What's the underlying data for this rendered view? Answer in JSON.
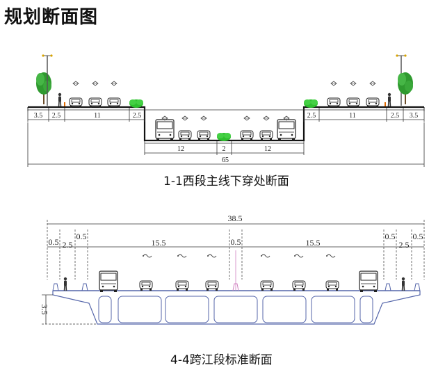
{
  "title": "规划断面图",
  "section1": {
    "caption": "1-1西段主线下穿处断面",
    "dims": {
      "left_sidewalk": "3.5",
      "left_green": "2.5",
      "left_road": "11",
      "left_edge": "2.5",
      "sunken_left": "12",
      "median": "2",
      "sunken_right": "12",
      "right_edge": "2.5",
      "right_road": "11",
      "right_green": "2.5",
      "right_sidewalk": "3.5",
      "total": "65"
    }
  },
  "section2": {
    "caption": "4-4跨江段标准断面",
    "dims": {
      "total": "38.5",
      "left_a": "0.5",
      "left_b": "2.5",
      "left_c": "0.5",
      "left_road": "15.5",
      "median": "0.5",
      "right_road": "15.5",
      "right_a": "0.5",
      "right_b": "2.5",
      "right_c": "0.5",
      "height": "3.5"
    }
  }
}
